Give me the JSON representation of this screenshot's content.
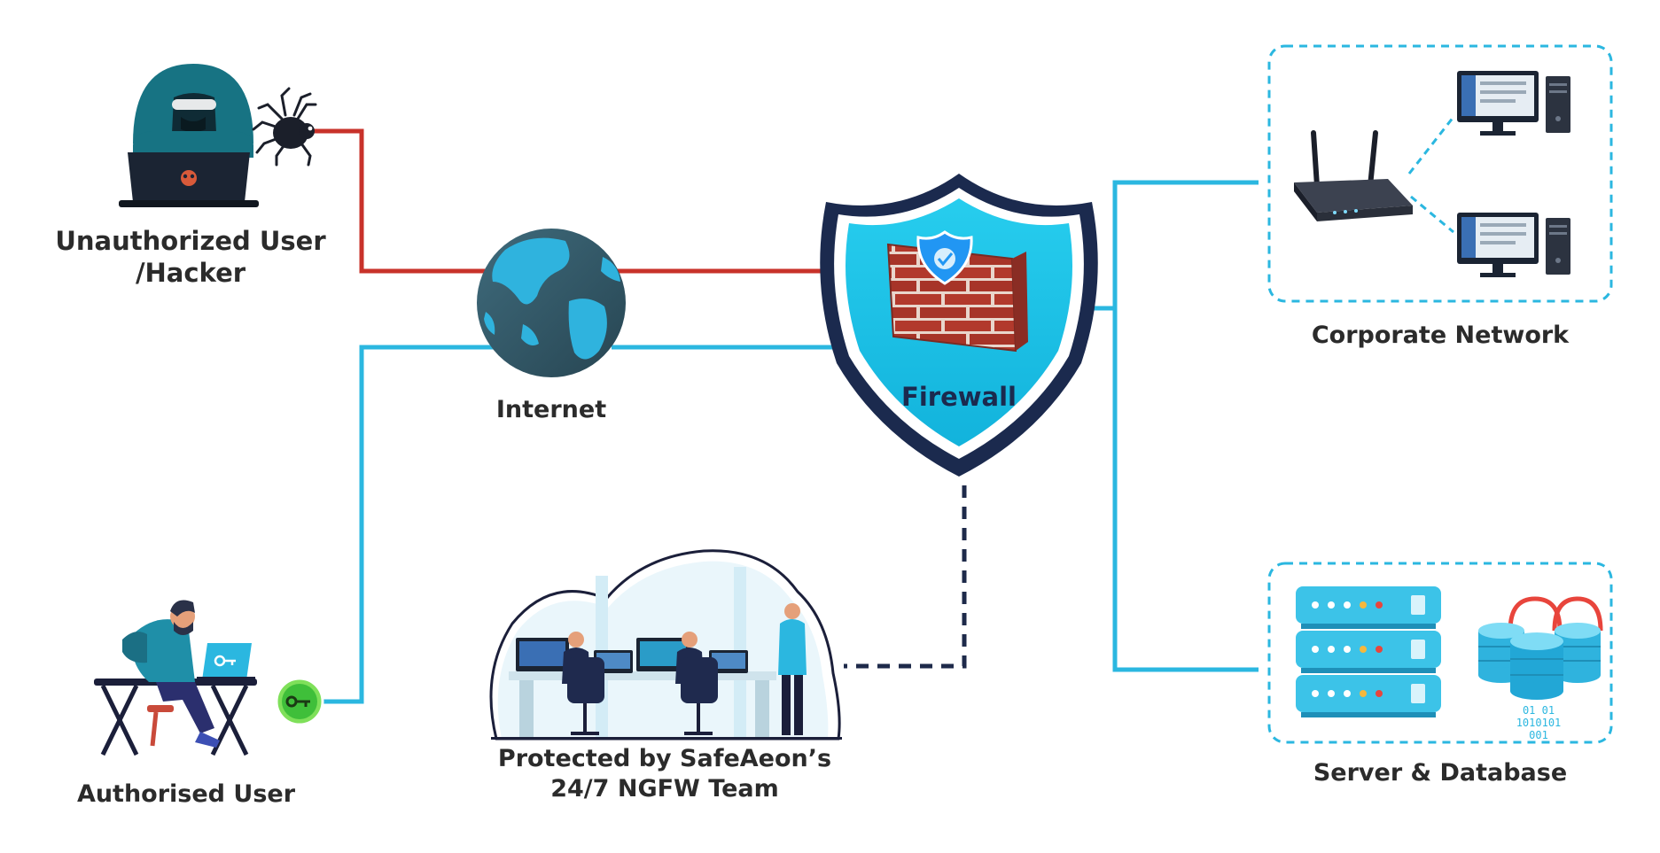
{
  "labels": {
    "hacker": [
      "Unauthorized User",
      "/Hacker"
    ],
    "internet": "Internet",
    "firewall": "Firewall",
    "corporate": "Corporate Network",
    "authorised": "Authorised User",
    "team": [
      "Protected by SafeAeon’s",
      "24/7 NGFW Team"
    ],
    "server": "Server & Database",
    "binary": [
      "01      01",
      "1010101",
      "001"
    ]
  },
  "colors": {
    "threat_line": "#c8322a",
    "safe_line": "#2bb7e0",
    "dashed_link": "#1e2a4a",
    "shield_fill": "#1fc4e8",
    "shield_border": "#1b2a4e",
    "brick": "#b03a2e",
    "server_blue": "#3cc3e8",
    "label_text": "#2b2b2b"
  },
  "icons": {
    "hacker": "hooded-hacker-icon",
    "bug": "spider-bug-icon",
    "globe": "globe-icon",
    "firewall": "brick-wall-shield-icon",
    "router": "router-icon",
    "desktop": "desktop-computer-icon",
    "user": "user-at-laptop-icon",
    "key": "key-badge-icon",
    "team": "security-operations-team-icon",
    "server": "server-rack-icon",
    "database": "database-icon"
  }
}
